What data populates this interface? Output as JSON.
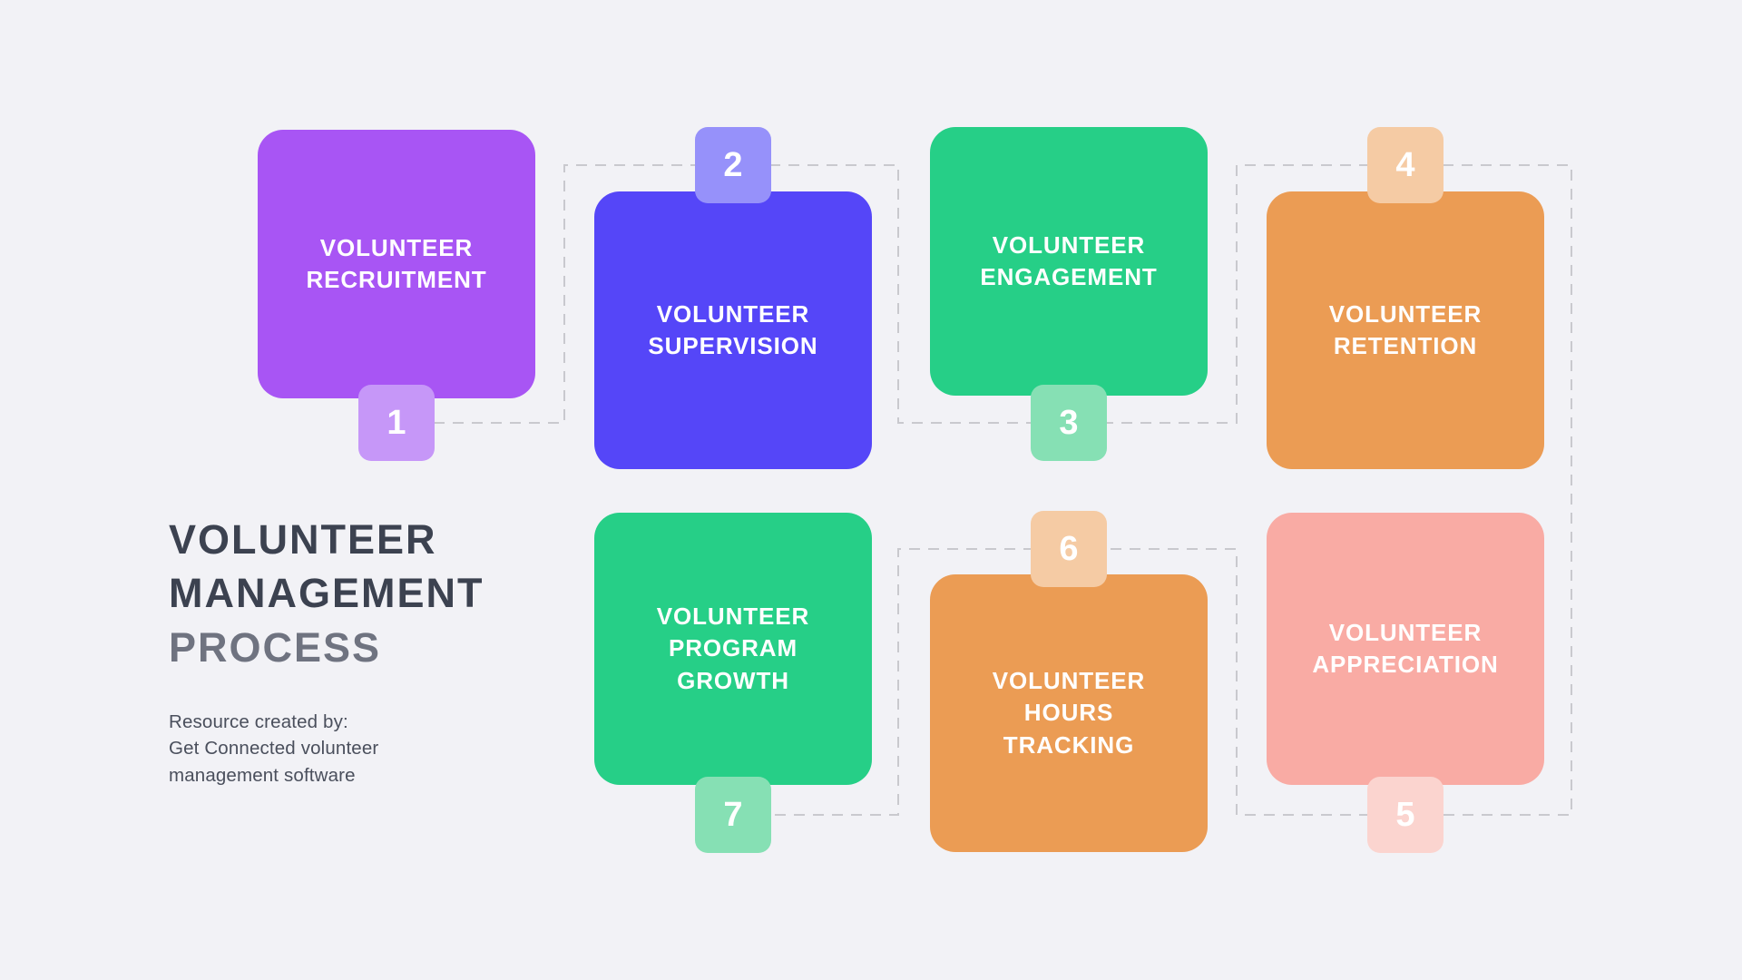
{
  "background_color": "#f2f2f6",
  "title": {
    "line1": "VOLUNTEER",
    "line2": "MANAGEMENT",
    "line3": "PROCESS",
    "color_strong": "#3c4250",
    "color_soft": "#6f7380"
  },
  "attribution": {
    "line1": "Resource created by:",
    "line2": "Get Connected volunteer",
    "line3": "management software",
    "color": "#4a4f5c"
  },
  "connector": {
    "color": "#c9c9ce",
    "style": "dashed",
    "width": 2
  },
  "steps": [
    {
      "number": "1",
      "label": "VOLUNTEER\nRECRUITMENT",
      "color": "#a855f4",
      "badge_color": "#c697f8",
      "badge_position": "bottom"
    },
    {
      "number": "2",
      "label": "VOLUNTEER\nSUPERVISION",
      "color": "#5546f8",
      "badge_color": "#9691fa",
      "badge_position": "top"
    },
    {
      "number": "3",
      "label": "VOLUNTEER\nENGAGEMENT",
      "color": "#26cf87",
      "badge_color": "#86e0b4",
      "badge_position": "bottom"
    },
    {
      "number": "4",
      "label": "VOLUNTEER\nRETENTION",
      "color": "#eb9c54",
      "badge_color": "#f5cba4",
      "badge_position": "top"
    },
    {
      "number": "5",
      "label": "VOLUNTEER\nAPPRECIATION",
      "color": "#f9aba4",
      "badge_color": "#fbd4cf",
      "badge_position": "bottom"
    },
    {
      "number": "6",
      "label": "VOLUNTEER\nHOURS\nTRACKING",
      "color": "#eb9c54",
      "badge_color": "#f5cba4",
      "badge_position": "top"
    },
    {
      "number": "7",
      "label": "VOLUNTEER\nPROGRAM\nGROWTH",
      "color": "#26cf87",
      "badge_color": "#86e0b4",
      "badge_position": "bottom"
    }
  ]
}
